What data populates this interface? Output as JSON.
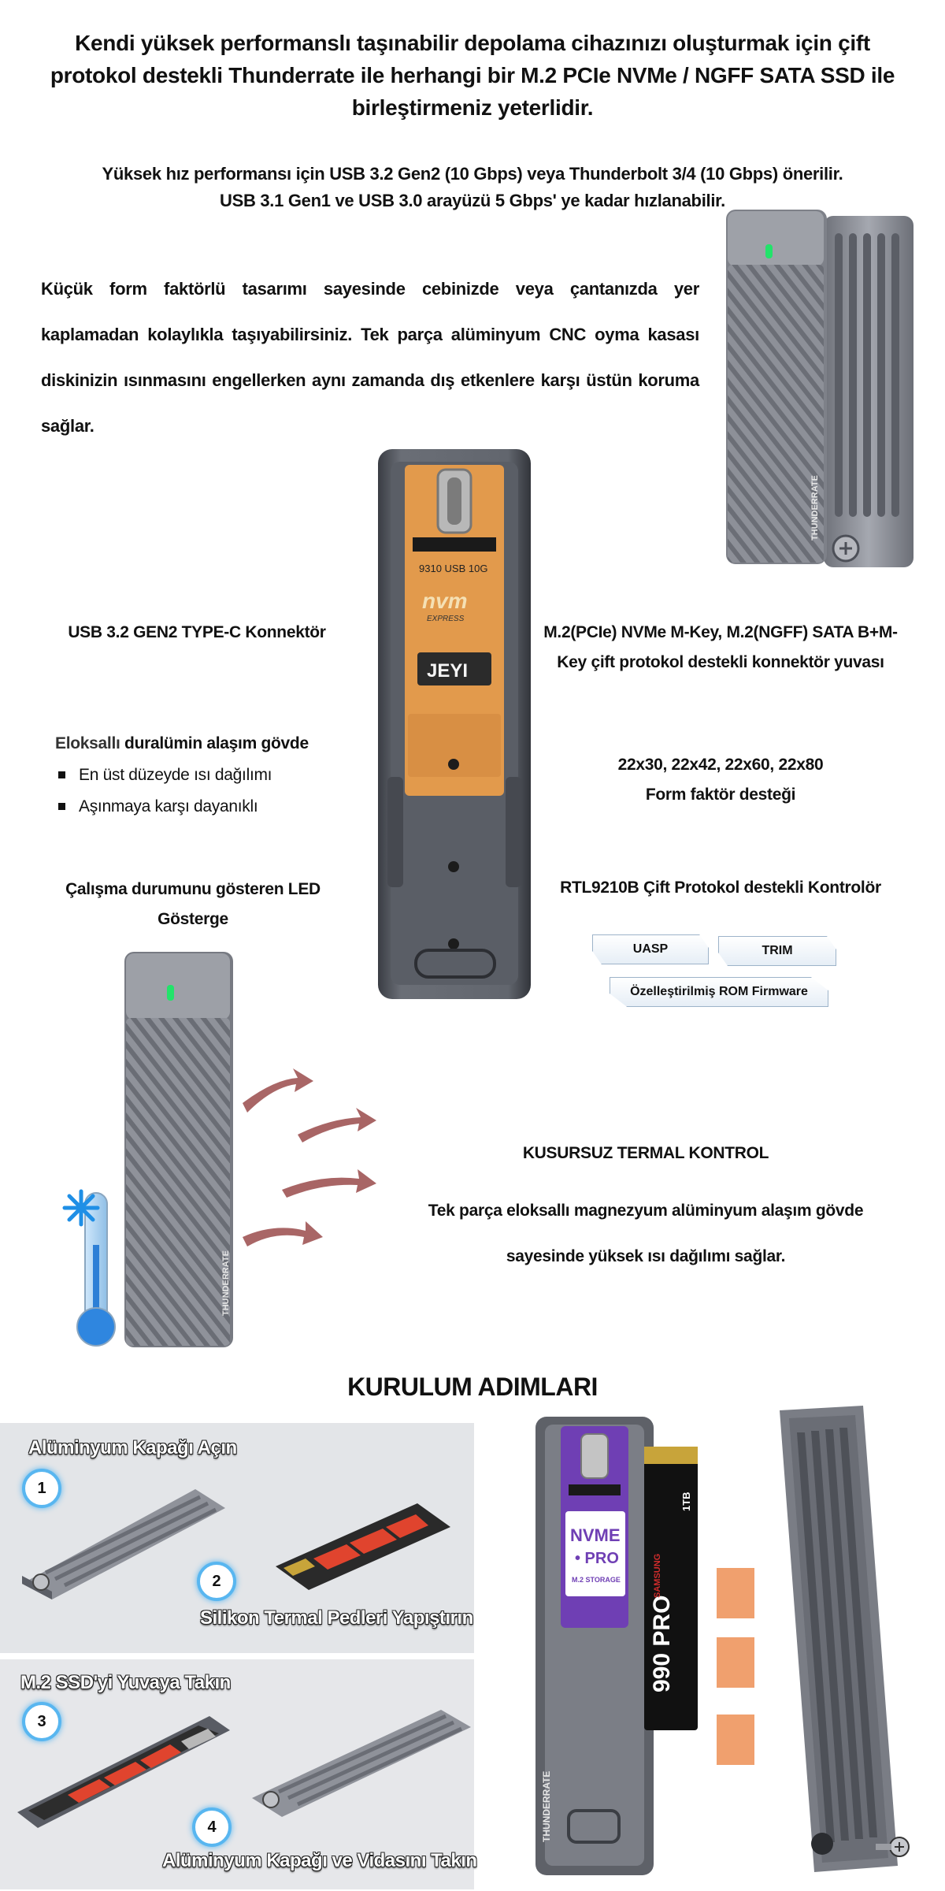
{
  "intro": "Kendi yüksek performanslı taşınabilir depolama cihazınızı oluşturmak için çift protokol destekli Thunderrate ile herhangi bir M.2 PCIe NVMe / NGFF SATA SSD ile birleştirmeniz yeterlidir.",
  "speed_line1": "Yüksek hız performansı için USB 3.2 Gen2 (10 Gbps) veya Thunderbolt 3/4 (10 Gbps) önerilir.",
  "speed_line2": "USB 3.1 Gen1 ve USB 3.0 arayüzü 5 Gbps' ye kadar hızlanabilir.",
  "form_factor_text": "Küçük form faktörlü tasarımı sayesinde cebinizde veya çantanızda yer kaplamadan kolaylıkla taşıyabilirsiniz. Tek parça alüminyum CNC oyma kasası diskinizin ısınmasını engellerken aynı zamanda dış etkenlere karşı üstün koruma sağlar.",
  "usb_label": "USB 3.2 GEN2 TYPE-C Konnektör",
  "m2_label": "M.2(PCIe) NVMe M-Key, M.2(NGFF) SATA B+M-Key çift protokol destekli konnektör yuvası",
  "form_label_1": "22x30, 22x42, 22x60, 22x80",
  "form_label_2": "Form faktör desteği",
  "alloy_kw": "Eloksallı",
  "alloy_rest": " duralümin alaşım gövde",
  "alloy_bullets": [
    "En üst düzeyde ısı dağılımı",
    "Aşınmaya karşı dayanıklı"
  ],
  "led_label": "Çalışma durumunu gösteren LED Gösterge",
  "rtl_label": "RTL9210B Çift Protokol destekli Kontrolör",
  "badges": [
    "UASP",
    "TRIM",
    "Özelleştirilmiş ROM Firmware"
  ],
  "thermal_title": "KUSURSUZ TERMAL KONTROL",
  "thermal_text": "Tek parça eloksallı magnezyum alüminyum alaşım gövde sayesinde yüksek ısı dağılımı sağlar.",
  "steps_title": "KURULUM ADIMLARI",
  "steps": [
    {
      "num": "1",
      "label": "Alüminyum Kapağı Açın"
    },
    {
      "num": "2",
      "label": "Silikon Termal Pedleri Yapıştırın"
    },
    {
      "num": "3",
      "label": "M.2 SSD'yi Yuvaya Takın"
    },
    {
      "num": "4",
      "label": "Alüminyum Kapağı ve Vidasını Takın"
    }
  ],
  "board_text": {
    "model": "9310  USB 10G",
    "nvm": "nvm",
    "express": "EXPRESS",
    "brand": "JEYI"
  },
  "nvme_card": {
    "l1": "NVME",
    "l2": "• PRO",
    "l3": "M.2 STORAGE"
  },
  "ssd_label": {
    "model": "990 PRO",
    "brand": "SAMSUNG",
    "cap": "1TB"
  },
  "enclosure_brand": "THUNDERRATE",
  "colors": {
    "led": "#22e36a",
    "pad": "#f0a06e",
    "pad_red": "#e0442e",
    "aluminum": "#8b8e96",
    "board": "#e29a4c",
    "accent_circle": "#58b6f0",
    "arrow": "#9a4b4b"
  }
}
